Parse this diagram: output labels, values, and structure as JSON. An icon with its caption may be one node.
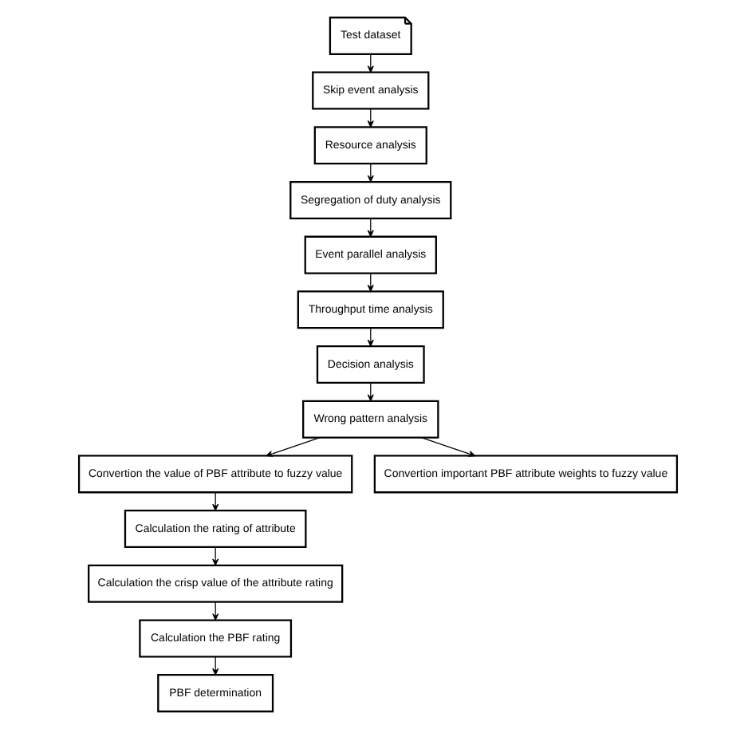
{
  "diagram": {
    "nodes": [
      {
        "text": [
          "Test dataset"
        ]
      },
      {
        "text": [
          "Skip event analysis"
        ]
      },
      {
        "text": [
          "Resource analysis"
        ]
      },
      {
        "text": [
          "Segregation of duty analysis"
        ]
      },
      {
        "text": [
          "Event parallel analysis"
        ]
      },
      {
        "text": [
          "Throughput time analysis"
        ]
      },
      {
        "text": [
          "Decision analysis"
        ]
      },
      {
        "text": [
          "Wrong pattern analysis"
        ]
      },
      {
        "text": [
          "Convertion the value of PBF attribute to fuzzy value"
        ]
      },
      {
        "text": [
          "Convertion important PBF attribute weights to fuzzy value"
        ]
      },
      {
        "text": [
          "Calculation the rating of attribute"
        ]
      },
      {
        "text": [
          "Calculation the crisp value of the attribute rating"
        ]
      },
      {
        "text": [
          "Calculation the PBF rating"
        ]
      },
      {
        "text": [
          "PBF determination"
        ]
      }
    ],
    "edges": [
      {
        "from": 0,
        "to": 1,
        "arrow": "to"
      },
      {
        "from": 1,
        "to": 2,
        "arrow": "to"
      },
      {
        "from": 2,
        "to": 3,
        "arrow": "to"
      },
      {
        "from": 3,
        "to": 4,
        "arrow": "to"
      },
      {
        "from": 4,
        "to": 5,
        "arrow": "to"
      },
      {
        "from": 5,
        "to": 6,
        "arrow": "to"
      },
      {
        "from": 6,
        "to": 7,
        "arrow": "to"
      },
      {
        "from": 7,
        "to": 8,
        "arrow": "to"
      },
      {
        "from": 7,
        "to": 9,
        "arrow": "to"
      },
      {
        "from": 8,
        "to": 10,
        "arrow": "to"
      },
      {
        "from": 10,
        "to": 11,
        "arrow": "to"
      },
      {
        "from": 11,
        "to": 12,
        "arrow": "to"
      },
      {
        "from": 12,
        "to": 13,
        "arrow": "to"
      }
    ]
  }
}
